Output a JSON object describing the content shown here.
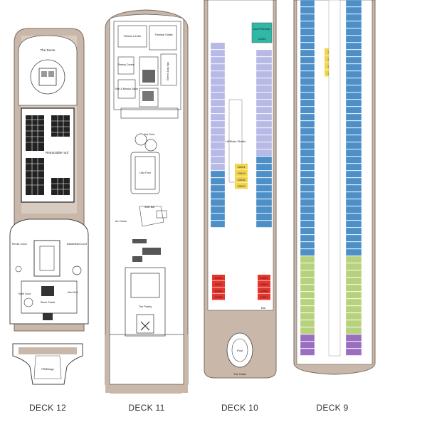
{
  "decks": [
    {
      "id": "deck12",
      "caption": "DECK 12",
      "labels": {
        "dome": "The Dome",
        "retractable_roof": "Retractable roof",
        "tennis_court": "Tennis Court",
        "basketball_court": "Basketball Court",
        "turtle_cove": "Turtle Cove",
        "shack": "Shore Shack",
        "mini_golf": "Mini Golf",
        "fwd_area": "FRØNAge"
      }
    },
    {
      "id": "deck11",
      "caption": "DECK 11",
      "labels": {
        "fitness": "Fitness Centre",
        "thermal": "Thermal Suites",
        "fitness2": "Fitness Centre",
        "hair": "Hair & Beauty Salon",
        "spa": "Elemis Day Spa",
        "hot_tubs": "Hot Tubs",
        "lido_pool": "Lido Pool",
        "slide_bar": "Slide Bar",
        "ice_cream": "Ice Cream",
        "pantry": "The Pantry"
      }
    },
    {
      "id": "deck10",
      "caption": "DECK 10",
      "labels": {
        "penthouse": "Aria Penthouse",
        "lift_stairs": "Lift/Stairs Shuttle",
        "bar": "Bar",
        "pool": "Pool",
        "oasis": "The Oasis"
      }
    },
    {
      "id": "deck9",
      "caption": "DECK 9",
      "labels": {}
    }
  ],
  "cabin_colors": {
    "purple": "#b7b9e6",
    "blue": "#4d8fc7",
    "light_blue": "#9fc2e6",
    "yellow": "#f3d54a",
    "red": "#e8352b",
    "green": "#b7d27c",
    "olive": "#c8c83a",
    "violet": "#9b6fbf",
    "teal": "#2fb8a6",
    "hull": "#c9b8a9",
    "deck_floor": "#ffffff"
  },
  "deck10_cabins": {
    "penthouse_number": "10033",
    "yellow_numbers": [
      "10041",
      "10043",
      "10045",
      "10047"
    ],
    "red_numbers": [
      "10090",
      "10092",
      "10094",
      "10096",
      "10091",
      "10093",
      "10095",
      "10097"
    ]
  },
  "deck9_cabins": {
    "yellow_numbers": [
      "9053",
      "9055",
      "9057",
      "9059"
    ]
  }
}
